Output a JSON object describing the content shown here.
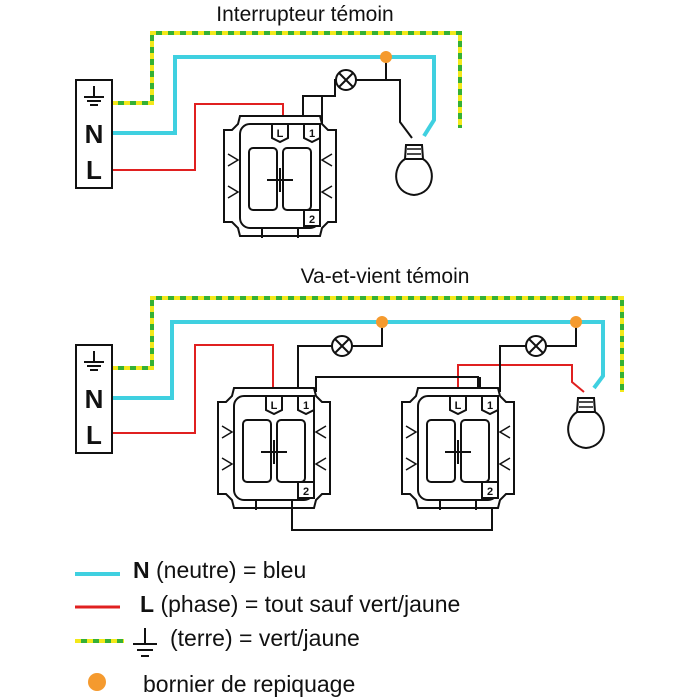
{
  "diagram1": {
    "title": "Interrupteur témoin",
    "terminals": {
      "n": "N",
      "l": "L"
    },
    "switch_terminals": [
      "L",
      "1",
      "2"
    ]
  },
  "diagram2": {
    "title": "Va-et-vient témoin",
    "terminals": {
      "n": "N",
      "l": "L"
    },
    "switch_a_terminals": [
      "L",
      "1",
      "2"
    ],
    "switch_b_terminals": [
      "L",
      "1",
      "2"
    ]
  },
  "legend": {
    "neutral": {
      "key": "N",
      "text": " (neutre) = bleu"
    },
    "phase": {
      "key": "L",
      "text": " (phase) = tout sauf vert/jaune"
    },
    "earth": {
      "text": "(terre) = vert/jaune"
    },
    "junction": {
      "text": "bornier de repiquage"
    }
  },
  "colors": {
    "neutral": "#3fd0e0",
    "phase": "#e02020",
    "earth_green": "#35b035",
    "earth_yellow": "#f3e81a",
    "junction": "#f59a2e",
    "line": "#111111"
  }
}
